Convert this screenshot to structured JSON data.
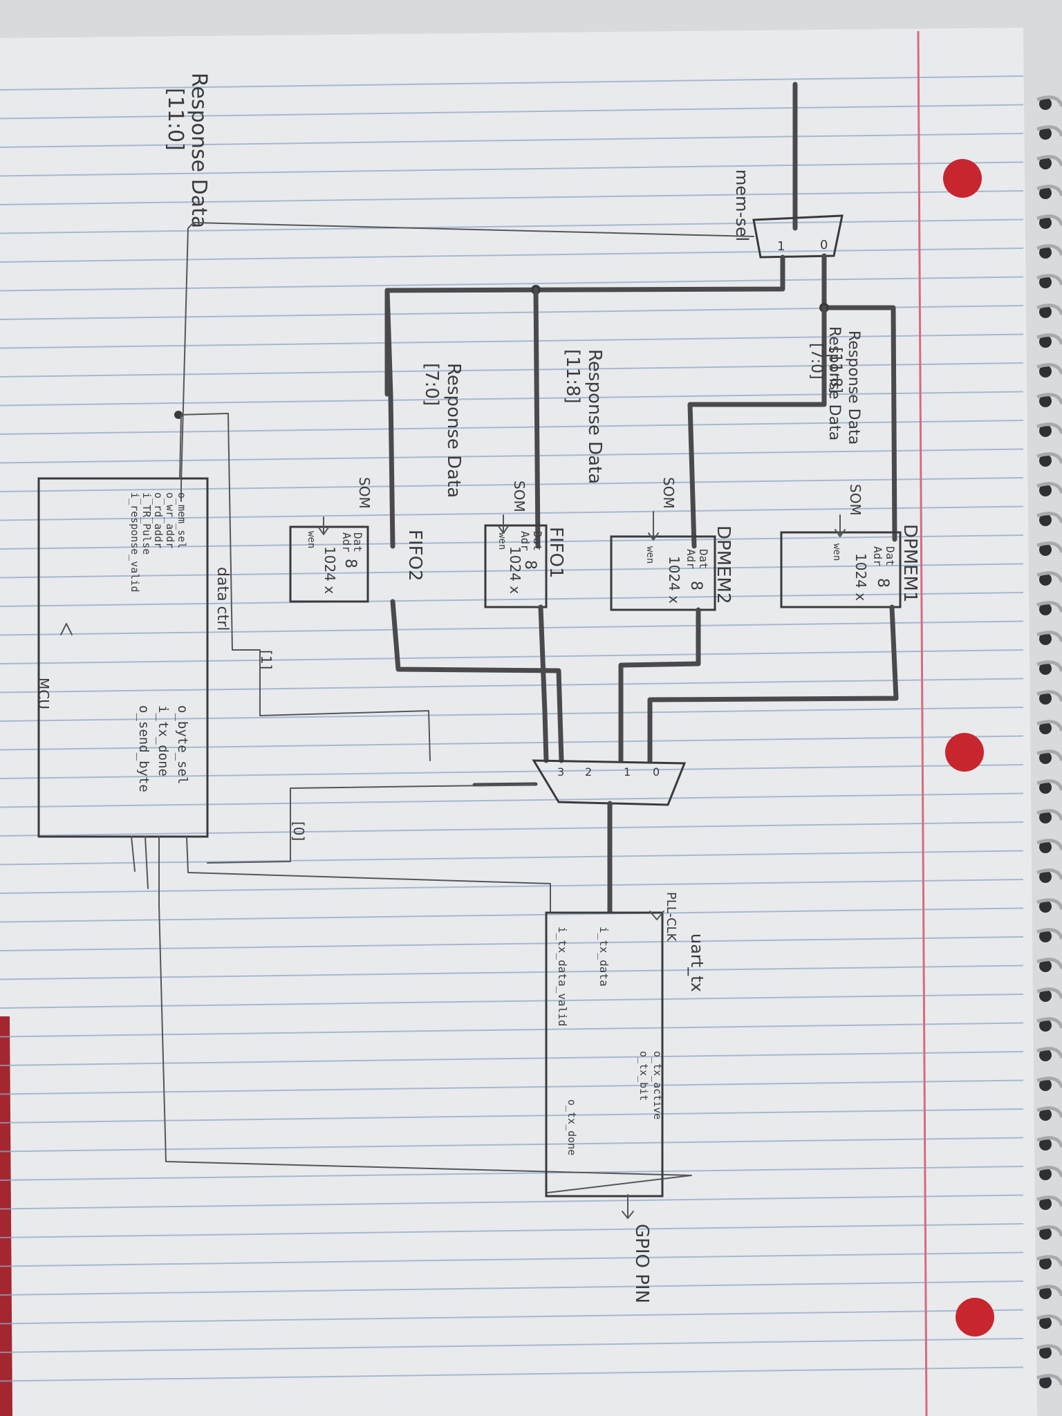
{
  "response_data_out": {
    "line1": "Response Data",
    "line2": "[11:0]"
  },
  "mem_sel": "mem-sel",
  "mux_top": {
    "in0": "0",
    "in1": "1"
  },
  "dpmem1": {
    "title": "DPMEM1",
    "bus_label": {
      "line1": "Response Data",
      "line2": "[11:8]"
    },
    "port_data": "Dat",
    "port_addr": "Adr",
    "port_wen": "wen",
    "som": "SOM",
    "depth": "8",
    "size": "1024 x"
  },
  "dpmem2": {
    "title": "DPMEM2",
    "bus_label": {
      "line1": "Response Data",
      "line2": "[7:0]"
    },
    "port_data": "Dat",
    "port_addr": "Adr",
    "port_wen": "wen",
    "som": "SOM",
    "depth": "8",
    "size": "1024 x"
  },
  "fifo1": {
    "title": "FIFO1",
    "bus_label": {
      "line1": "Response Data",
      "line2": "[11:8]"
    },
    "port_data": "Dat",
    "port_addr": "Adr",
    "port_wen": "wen",
    "som": "SOM",
    "depth": "8",
    "size": "1024 x"
  },
  "fifo2": {
    "title": "FIFO2",
    "bus_label": {
      "line1": "Response Data",
      "line2": "[7:0]"
    },
    "port_data": "Dat",
    "port_addr": "Adr",
    "port_wen": "wen",
    "som": "SOM",
    "depth": "8",
    "size": "1024 x"
  },
  "data_ctrl": {
    "title": "data ctrl",
    "ports_left": [
      "o_mem_sel",
      "o_wr_addr",
      "o_rd_addr",
      "i_TR_Pulse",
      "i_response_valid"
    ],
    "ports_right": [
      "o_byte_sel",
      "i_tx_done",
      "o_send_byte"
    ],
    "mcu": "MCU",
    "bit1": "[1]",
    "bit0": "[0]"
  },
  "mux_bottom": {
    "in0": "0",
    "in1": "1",
    "in2": "2",
    "in3": "3"
  },
  "uart_tx": {
    "title": "uart_tx",
    "clock": "PLL-CLK",
    "ports_in": [
      "i_tx_data",
      "i_tx_data_valid"
    ],
    "ports_out": [
      "o_tx_active",
      "o_tx_bit",
      "o_tx_done"
    ],
    "gpio": "GPIO PIN"
  }
}
